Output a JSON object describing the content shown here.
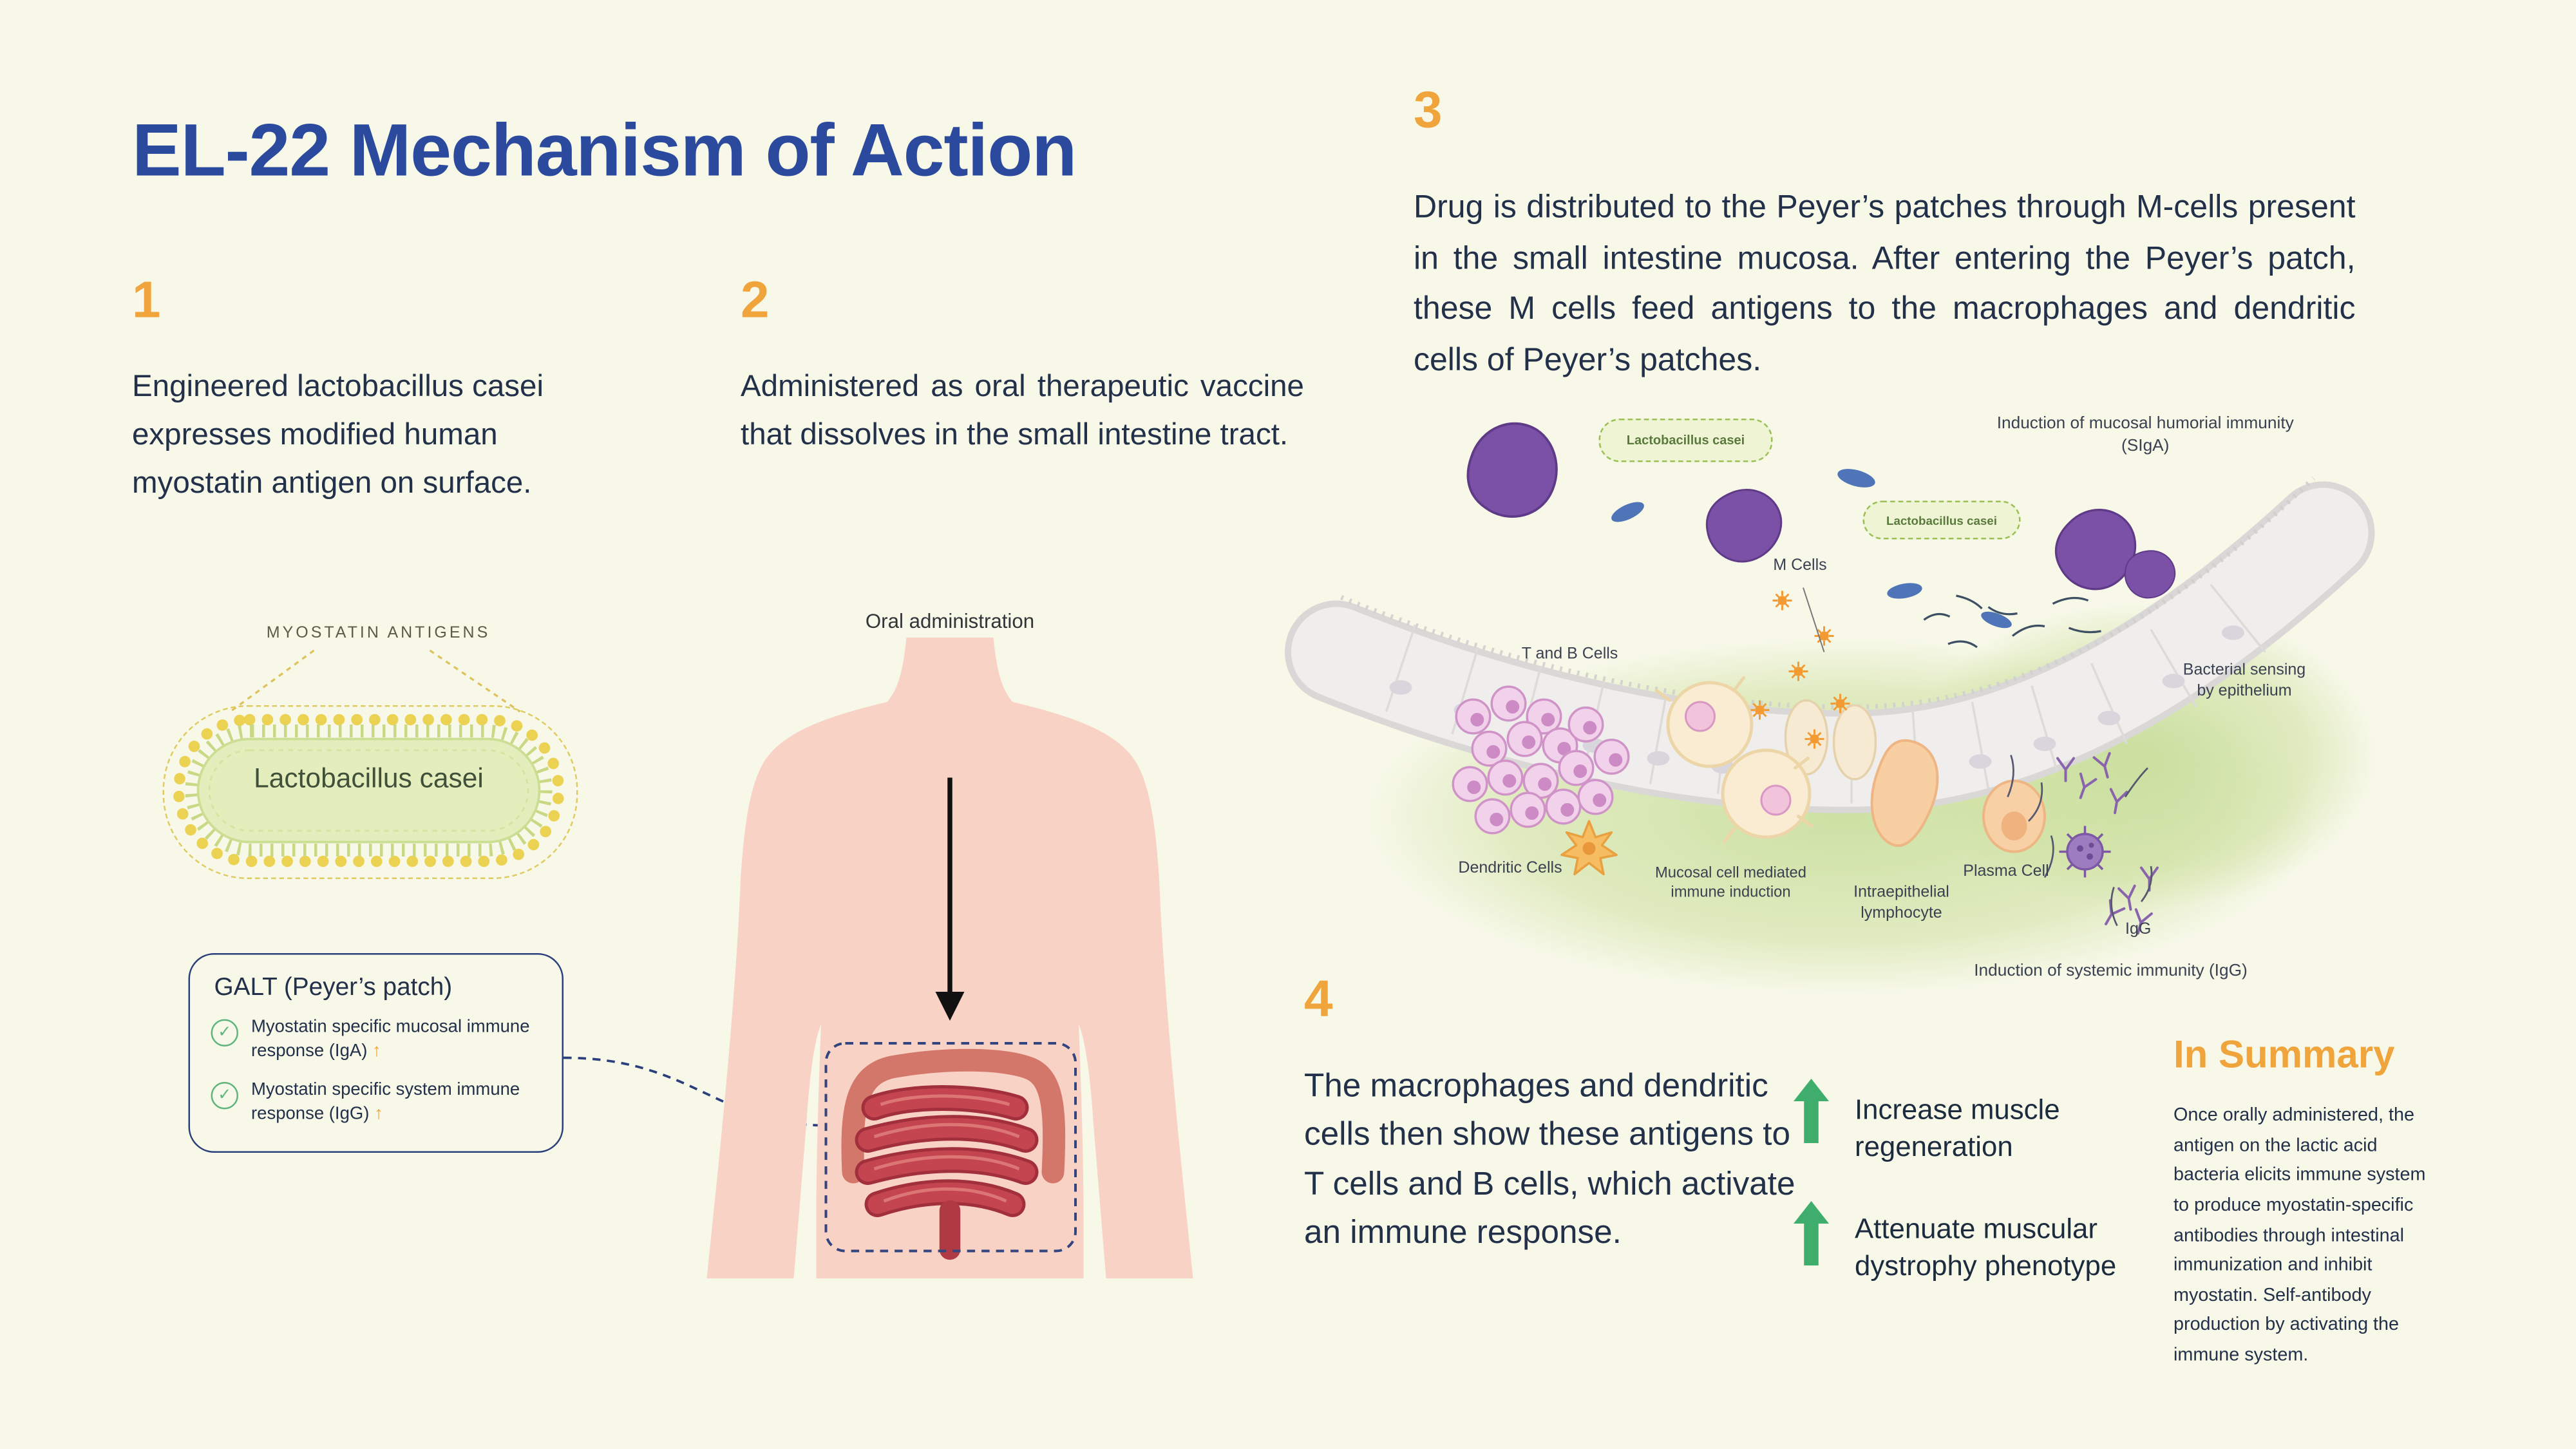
{
  "page": {
    "title": "EL-22 Mechanism of Action"
  },
  "steps": {
    "step1": {
      "number": "1",
      "text": "Engineered lactobacillus casei expresses modified human myostatin antigen on surface."
    },
    "step2": {
      "number": "2",
      "text": "Administered as oral therapeutic vaccine that dissolves in the small intestine tract."
    },
    "step3": {
      "number": "3",
      "text": "Drug is distributed to the Peyer’s patches through M-cells present in the small intestine mucosa. After entering the Peyer’s patch, these M cells feed antigens to the macrophages and dendritic cells of Peyer’s patches."
    },
    "step4": {
      "number": "4",
      "text": "The macrophages and dendritic cells then show these antigens to T cells and B cells, which activate an immune response."
    }
  },
  "bacteria_figure": {
    "antigen_label": "MYOSTATIN ANTIGENS",
    "bacteria_name": "Lactobacillus casei"
  },
  "galt": {
    "title": "GALT (Peyer’s patch)",
    "check_glyph": "✓",
    "items": [
      {
        "text": "Myostatin specific mucosal immune response (IgA)",
        "arrow": "↑"
      },
      {
        "text": "Myostatin specific system immune response (IgG)",
        "arrow": "↑"
      }
    ]
  },
  "oral": {
    "label": "Oral administration"
  },
  "diagram": {
    "labels": {
      "siga": "Induction of mucosal humorial immunity (SIgA)",
      "m_cells": "M Cells",
      "lactobacillus_1": "Lactobacillus casei",
      "lactobacillus_2": "Lactobacillus casei",
      "t_b_cells": "T and B Cells",
      "bacterial_sensing": "Bacterial sensing by epithelium",
      "dendritic": "Dendritic Cells",
      "mucosal_induction": "Mucosal cell mediated immune induction",
      "intraepithelial": "Intraepithelial lymphocyte",
      "plasma_cell": "Plasma Cell",
      "igg": "IgG",
      "systemic": "Induction of systemic immunity (IgG)"
    }
  },
  "outcomes": [
    {
      "text": "Increase muscle regeneration"
    },
    {
      "text": "Attenuate muscular dystrophy phenotype"
    }
  ],
  "summary": {
    "title": "In Summary",
    "text": "Once orally administered, the antigen on the lactic acid bacteria elicits immune system to produce myostatin-specific antibodies through intestinal immunization and inhibit myostatin. Self-antibody production by activating the immune system."
  },
  "colors": {
    "background": "#f7f8e8",
    "title_blue": "#2b4a9e",
    "accent_orange": "#f0a43c",
    "text_dark": "#22304a",
    "green_arrow": "#3fae6d"
  }
}
